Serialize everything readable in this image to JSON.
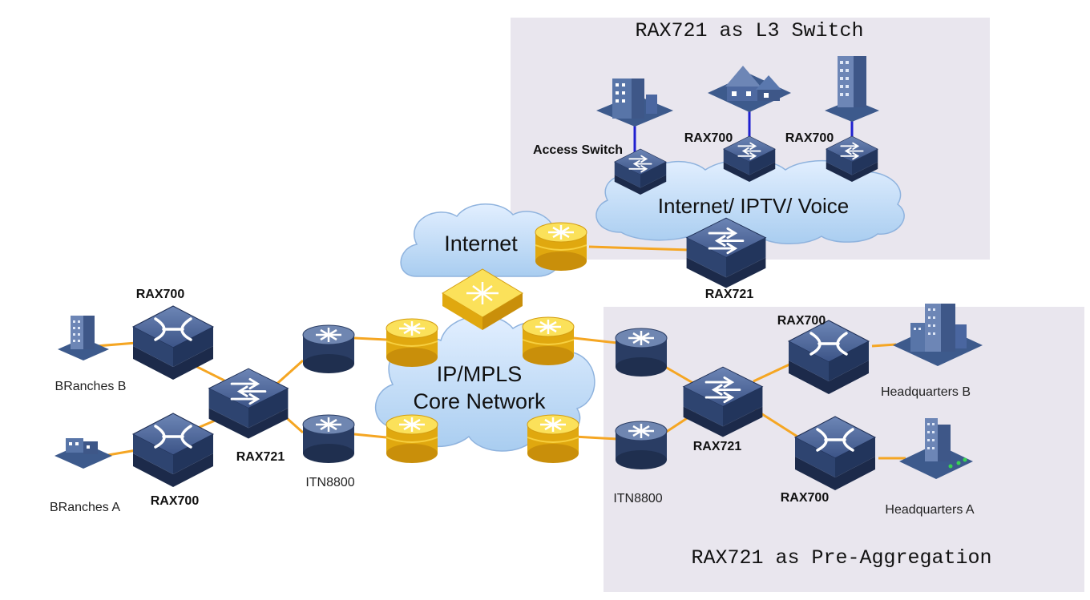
{
  "regions": {
    "l3_switch_title": "RAX721 as L3 Switch",
    "pre_aggregation_title": "RAX721 as Pre-Aggregation"
  },
  "clouds": {
    "internet": "Internet",
    "core_line1": "IP/MPLS",
    "core_line2": "Core Network",
    "service": "Internet/ IPTV/ Voice"
  },
  "devices": {
    "access_switch": "Access Switch",
    "rax700_top_mid": "RAX700",
    "rax700_top_right": "RAX700",
    "rax721_top": "RAX721",
    "rax700_left_top": "RAX700",
    "rax700_left_bottom": "RAX700",
    "rax721_left": "RAX721",
    "itn8800_left": "ITN8800",
    "itn8800_right": "ITN8800",
    "rax721_right": "RAX721",
    "rax700_right_top": "RAX700",
    "rax700_right_bottom": "RAX700"
  },
  "sites": {
    "branches_b": "BRanches B",
    "branches_a": "BRanches A",
    "headquarters_b": "Headquarters B",
    "headquarters_a": "Headquarters A"
  },
  "colors": {
    "region_bg": "#e9e6ee",
    "link": "#f5a623",
    "access_link": "#2020d0",
    "device_blue": "#3d5a8c",
    "router_gold": "#f2c21a",
    "cloud_fill": "#bcd8f3"
  }
}
